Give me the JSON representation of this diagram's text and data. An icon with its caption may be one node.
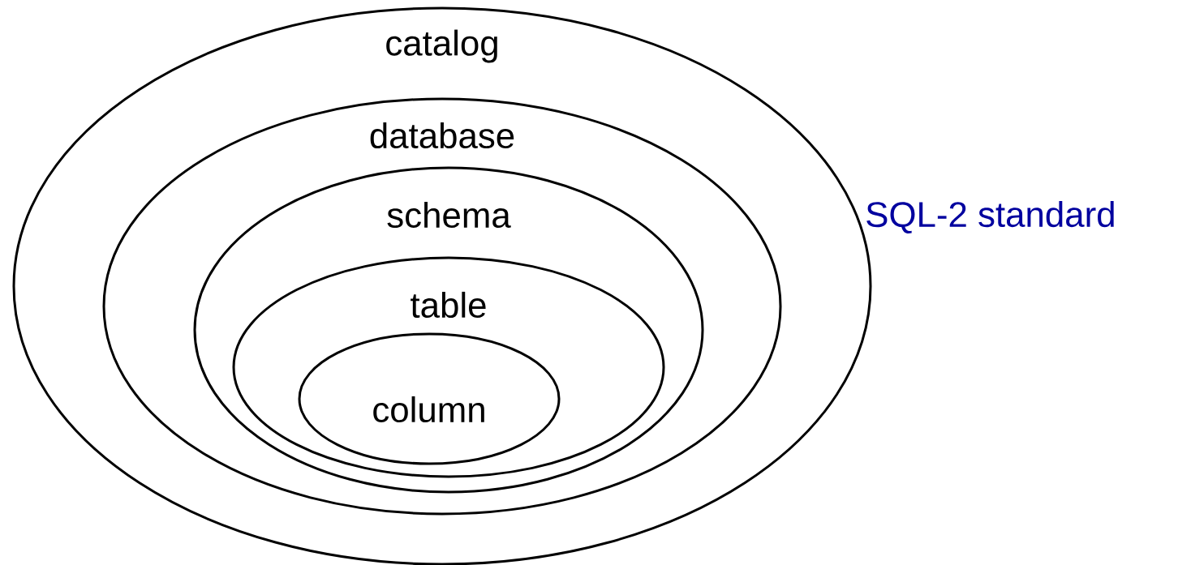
{
  "diagram": {
    "nodes": [
      {
        "text": [
          "catalog"
        ]
      },
      {
        "text": [
          "database"
        ],
        "in": 0
      },
      {
        "text": [
          "schema"
        ],
        "in": 1
      },
      {
        "text": [
          "table"
        ],
        "in": 2
      },
      {
        "text": [
          "column"
        ],
        "in": 3
      }
    ],
    "labels": [
      "SQL-2 standard"
    ]
  }
}
